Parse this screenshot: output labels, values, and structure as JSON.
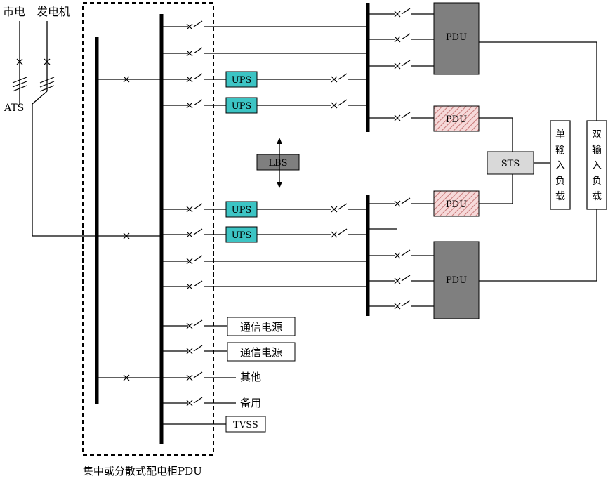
{
  "sources": {
    "utility": "市电",
    "generator": "发电机",
    "ats": "ATS"
  },
  "cabinet": {
    "caption": "集中或分散式配电柜PDU"
  },
  "ups": {
    "label": "UPS",
    "color": "#3cc4c4"
  },
  "lbs": {
    "label": "LBS",
    "color": "#7f7f7f"
  },
  "pdu": {
    "label": "PDU",
    "color": "#7f7f7f",
    "hatch_color": "#e8a8a8"
  },
  "sts": {
    "label": "STS",
    "color": "#d9d9d9"
  },
  "loads": {
    "single_input": "单输入负载",
    "dual_input": "双输入负载"
  },
  "branches": {
    "telecom_power_1": "通信电源",
    "telecom_power_2": "通信电源",
    "other": "其他",
    "spare": "备用",
    "tvss": "TVSS"
  }
}
